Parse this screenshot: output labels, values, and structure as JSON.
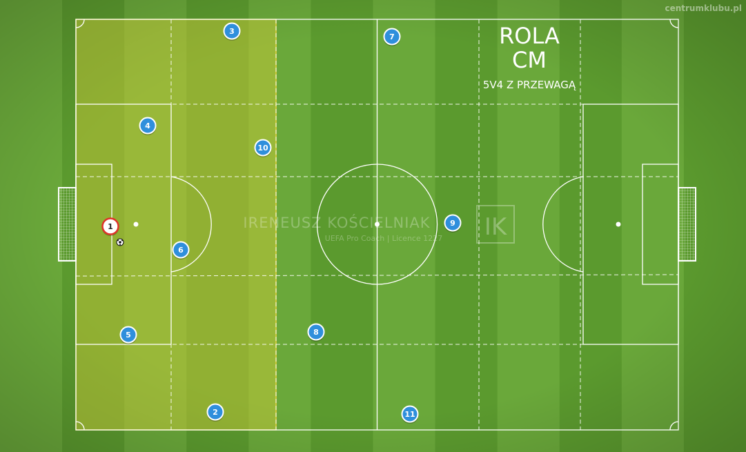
{
  "site_watermark": "centrumklubu.pl",
  "title_line1": "ROLA",
  "title_line2": "CM",
  "subtitle": "5V4 Z PRZEWAGĄ",
  "coach_name": "IRENEUSZ KOŚCIELNIAK",
  "coach_credentials": "UEFA Pro Coach  |  Licence 1227",
  "logo_text": "IK",
  "colors": {
    "grass_light": "#6aa83a",
    "grass_dark": "#5b9a2e",
    "highlight_zone": "#c8c832",
    "highlight_border": "#e4d23c",
    "player_blue": "#2f8fdc",
    "goalkeeper_red": "#e0322a",
    "lines": "#ffffff"
  },
  "players": [
    {
      "number": "1",
      "role": "goalkeeper"
    },
    {
      "number": "2",
      "role": "team"
    },
    {
      "number": "3",
      "role": "team"
    },
    {
      "number": "4",
      "role": "team"
    },
    {
      "number": "5",
      "role": "team"
    },
    {
      "number": "6",
      "role": "team"
    },
    {
      "number": "7",
      "role": "team"
    },
    {
      "number": "8",
      "role": "team"
    },
    {
      "number": "9",
      "role": "team"
    },
    {
      "number": "10",
      "role": "team"
    },
    {
      "number": "11",
      "role": "team"
    }
  ],
  "ball_icon": "soccer-ball-icon"
}
